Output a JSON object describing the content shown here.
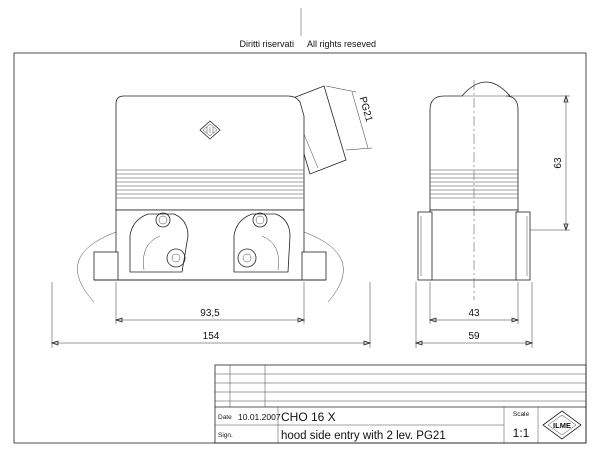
{
  "header": {
    "rights_it": "Diritti riservati",
    "rights_en": "All rights reseved"
  },
  "dimensions": {
    "front_inner_width": "93,5",
    "front_total_width": "154",
    "entry_thread": "PG21",
    "side_height": "63",
    "side_inner_width": "43",
    "side_total_width": "59"
  },
  "title_block": {
    "date_label": "Date",
    "date_value": "10.01.2007",
    "sign_label": "Sign.",
    "code": "CHO 16 X",
    "description": "hood side entry with 2 lev. PG21",
    "scale_label": "Scale",
    "scale_value": "1:1",
    "logo_text": "ILME"
  },
  "colors": {
    "line": "#222222",
    "paper": "#ffffff"
  }
}
